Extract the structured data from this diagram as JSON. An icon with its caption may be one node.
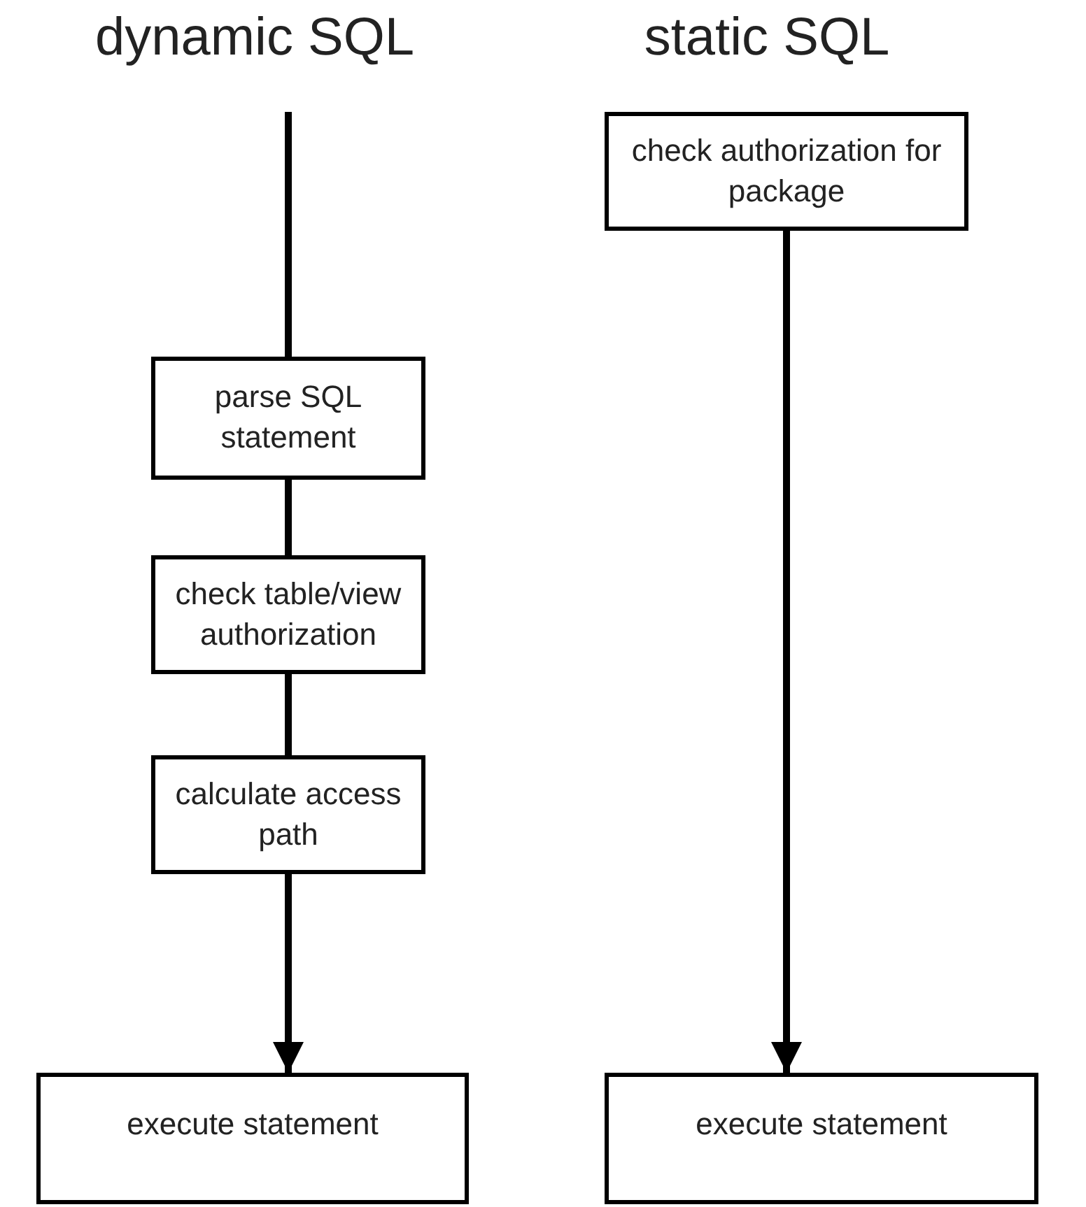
{
  "diagram": {
    "nodes": [
      {
        "text": [
          "parse SQL statement"
        ]
      },
      {
        "text": [
          "check table/view authorization"
        ]
      },
      {
        "text": [
          "calculate access path"
        ]
      },
      {
        "text": [
          "execute statement"
        ]
      },
      {
        "text": [
          "check authorization for package"
        ]
      },
      {
        "text": [
          "execute statement"
        ]
      }
    ],
    "edges": [
      {
        "from": null,
        "to": 0,
        "arrow": "none"
      },
      {
        "from": 0,
        "to": 1,
        "arrow": "none"
      },
      {
        "from": 1,
        "to": 2,
        "arrow": "none"
      },
      {
        "from": 2,
        "to": 3,
        "arrow": "to"
      },
      {
        "from": 4,
        "to": 5,
        "arrow": "to"
      }
    ],
    "labels": [
      "dynamic SQL",
      "static SQL"
    ]
  }
}
